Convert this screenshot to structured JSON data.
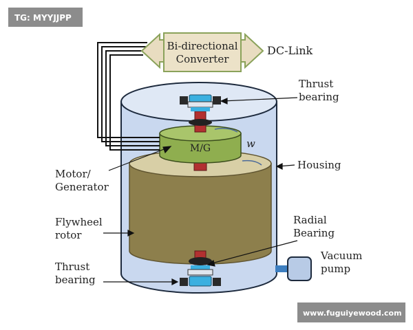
{
  "watermark_top": "TG: MYYJJPP",
  "watermark_bottom": "www.fuguiyewood.com",
  "converter": {
    "line1": "Bi-directional",
    "line2": "Converter"
  },
  "dc_link": "DC-Link",
  "mg_label": "M/G",
  "omega_label": "w",
  "labels": {
    "thrust_bearing_top": [
      "Thrust",
      "bearing"
    ],
    "housing": "Housing",
    "motor_generator": [
      "Motor/",
      "Generator"
    ],
    "flywheel_rotor": [
      "Flywheel",
      "rotor"
    ],
    "radial_bearing": [
      "Radial",
      "Bearing"
    ],
    "vacuum_pump": [
      "Vacuum",
      "pump"
    ],
    "thrust_bearing_bottom": [
      "Thrust",
      "bearing"
    ]
  },
  "colors": {
    "housing_fill": "#c9d8ef",
    "housing_stroke": "#1d2a3d",
    "converter_fill": "#e8dcc0",
    "converter_stroke": "#8aa25a",
    "mg_fill": "#8fae4f",
    "rotor_fill": "#8d7f4c",
    "shaft": "#b23030",
    "bearing_blue": "#3bb0e0",
    "watermark_bg": "#8c8c8c",
    "pump": "#3e7fc0"
  }
}
